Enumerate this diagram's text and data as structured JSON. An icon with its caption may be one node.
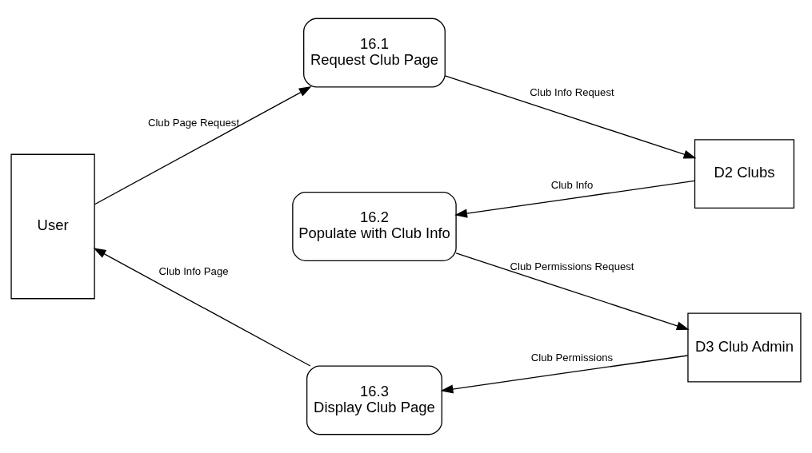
{
  "diagram": {
    "nodes": [
      {
        "text": [
          "User"
        ]
      },
      {
        "text": [
          "16.1",
          "Request Club Page"
        ]
      },
      {
        "text": [
          "D2 Clubs"
        ]
      },
      {
        "text": [
          "16.2",
          "Populate with Club Info"
        ]
      },
      {
        "text": [
          "16.3",
          "Display Club Page"
        ]
      },
      {
        "text": [
          "D3 Club Admin"
        ]
      }
    ],
    "edges": [
      {
        "from": 0,
        "to": 1,
        "arrow": "to",
        "label": "Club Page Request"
      },
      {
        "from": 1,
        "to": 2,
        "arrow": "to",
        "label": "Club Info Request"
      },
      {
        "from": 2,
        "to": 3,
        "arrow": "to",
        "label": "Club Info"
      },
      {
        "from": 3,
        "to": 5,
        "arrow": "to",
        "label": "Club Permissions Request"
      },
      {
        "from": 5,
        "to": 4,
        "arrow": "to",
        "label": "Club Permissions"
      },
      {
        "from": 4,
        "to": 0,
        "arrow": "to",
        "label": "Club Info Page"
      }
    ]
  }
}
